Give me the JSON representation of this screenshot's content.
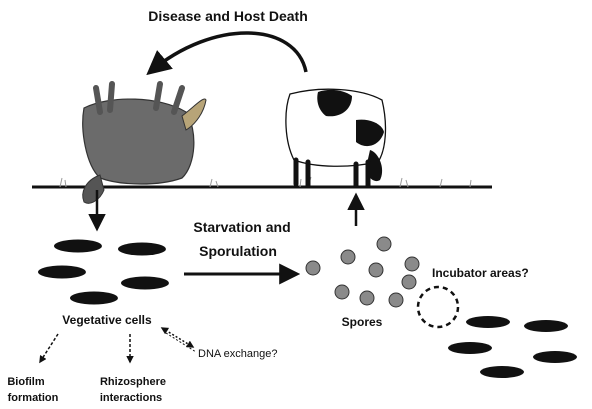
{
  "labels": {
    "disease": "Disease and Host Death",
    "starvation_line1": "Starvation and",
    "starvation_line2": "Sporulation",
    "spores": "Spores",
    "incubator": "Incubator areas?",
    "vegetative": "Vegetative cells",
    "dna": "DNA exchange?",
    "biofilm_line1": "Biofilm",
    "biofilm_line2": "formation",
    "rhizo_line1": "Rhizosphere",
    "rhizo_line2": "interactions"
  },
  "icons": [
    "dead-cow-icon",
    "grazing-cow-icon",
    "vegetative-cell-icon",
    "spore-icon",
    "incubator-circle-icon"
  ],
  "colors": {
    "ink": "#111111",
    "cow_dead": "#6b6b6b",
    "spore": "#8a8a8a"
  }
}
